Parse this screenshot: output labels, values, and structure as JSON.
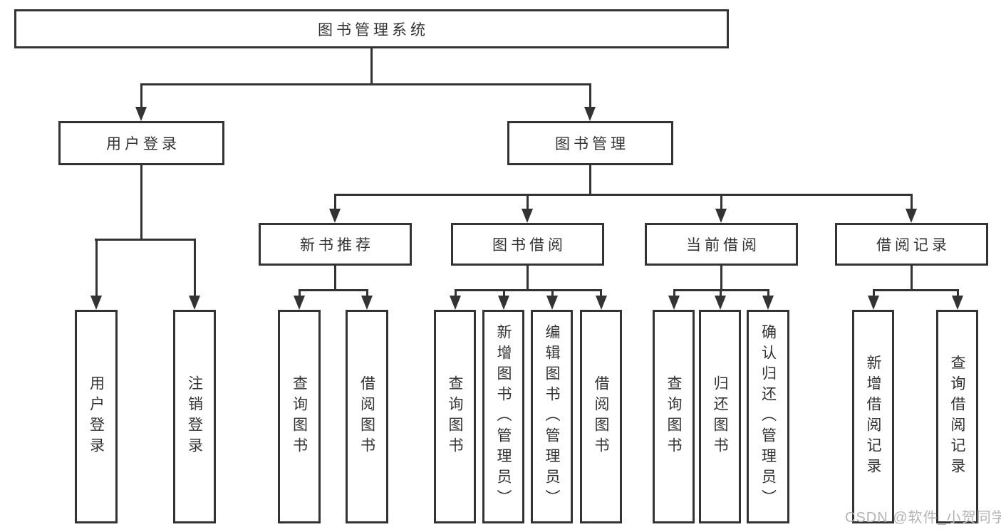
{
  "tree": {
    "label": "图书管理系统",
    "children": [
      {
        "label": "用户登录",
        "children": [
          {
            "label": "用户登录"
          },
          {
            "label": "注销登录"
          }
        ]
      },
      {
        "label": "图书管理",
        "children": [
          {
            "label": "新书推荐",
            "children": [
              {
                "label": "查询图书"
              },
              {
                "label": "借阅图书"
              }
            ]
          },
          {
            "label": "图书借阅",
            "children": [
              {
                "label": "查询图书"
              },
              {
                "label": "新增图书（管理员）"
              },
              {
                "label": "编辑图书（管理员）"
              },
              {
                "label": "借阅图书"
              }
            ]
          },
          {
            "label": "当前借阅",
            "children": [
              {
                "label": "查询图书"
              },
              {
                "label": "归还图书"
              },
              {
                "label": "确认归还（管理员）"
              }
            ]
          },
          {
            "label": "借阅记录",
            "children": [
              {
                "label": "新增借阅记录"
              },
              {
                "label": "查询借阅记录"
              }
            ]
          }
        ]
      }
    ]
  },
  "watermark": "CSDN @软件_小贺同学",
  "colors": {
    "line": "#333333",
    "text": "#333333",
    "watermark": "#b4b4b4",
    "background": "#ffffff"
  }
}
